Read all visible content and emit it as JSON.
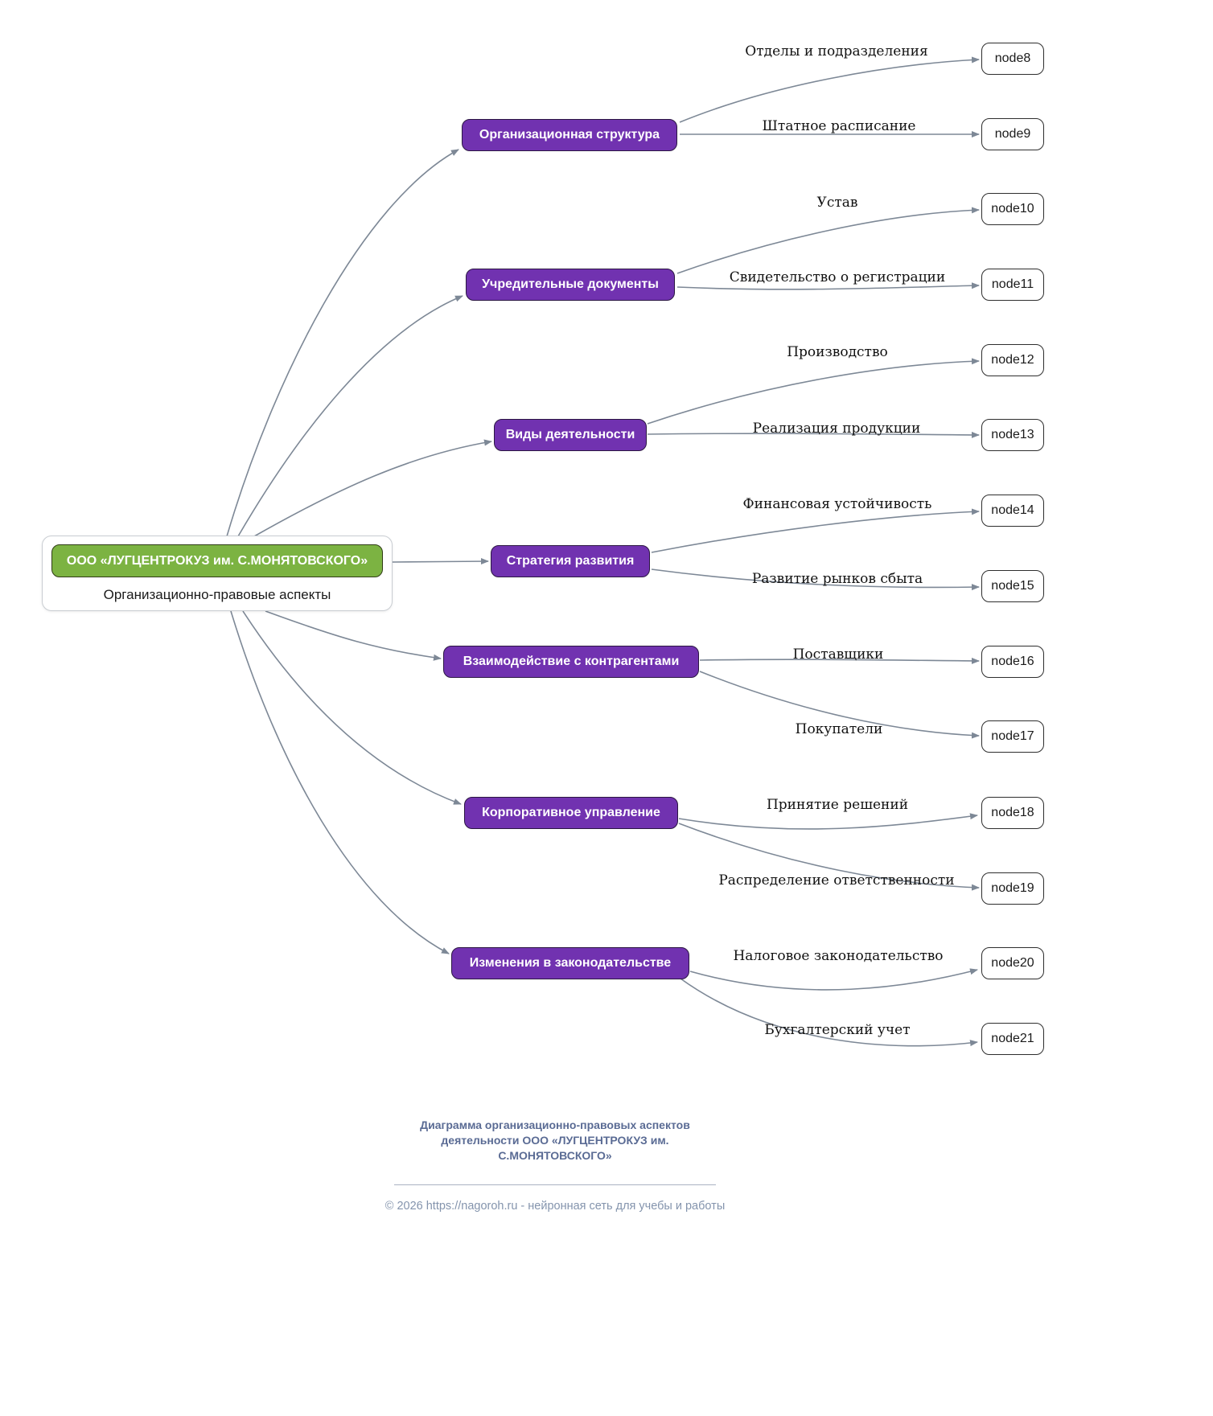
{
  "root": {
    "title": "ООО «ЛУГЦЕНТРОКУЗ им. С.МОНЯТОВСКОГО»",
    "subtitle": "Организационно-правовые аспекты"
  },
  "branches": [
    {
      "label": "Организационная структура",
      "children": [
        {
          "edge_label": "Отделы и подразделения",
          "node": "node8"
        },
        {
          "edge_label": "Штатное расписание",
          "node": "node9"
        }
      ]
    },
    {
      "label": "Учредительные документы",
      "children": [
        {
          "edge_label": "Устав",
          "node": "node10"
        },
        {
          "edge_label": "Свидетельство о регистрации",
          "node": "node11"
        }
      ]
    },
    {
      "label": "Виды деятельности",
      "children": [
        {
          "edge_label": "Производство",
          "node": "node12"
        },
        {
          "edge_label": "Реализация продукции",
          "node": "node13"
        }
      ]
    },
    {
      "label": "Стратегия развития",
      "children": [
        {
          "edge_label": "Финансовая устойчивость",
          "node": "node14"
        },
        {
          "edge_label": "Развитие рынков сбыта",
          "node": "node15"
        }
      ]
    },
    {
      "label": "Взаимодействие с контрагентами",
      "children": [
        {
          "edge_label": "Поставщики",
          "node": "node16"
        },
        {
          "edge_label": "Покупатели",
          "node": "node17"
        }
      ]
    },
    {
      "label": "Корпоративное управление",
      "children": [
        {
          "edge_label": "Принятие решений",
          "node": "node18"
        },
        {
          "edge_label": "Распределение ответственности",
          "node": "node19"
        }
      ]
    },
    {
      "label": "Изменения в законодательстве",
      "children": [
        {
          "edge_label": "Налоговое законодательство",
          "node": "node20"
        },
        {
          "edge_label": "Бухгалтерский учет",
          "node": "node21"
        }
      ]
    }
  ],
  "footer": {
    "caption": "Диаграмма организационно-правовых аспектов деятельности ООО «ЛУГЦЕНТРОКУЗ им. С.МОНЯТОВСКОГО»",
    "copyright": "© 2026 https://nagoroh.ru - нейронная сеть для учебы и работы"
  },
  "colors": {
    "root_fill": "#7cb342",
    "branch_fill": "#7132b0",
    "edge": "#7d8896",
    "leaf_fill": "#ffffff",
    "caption_text": "#5a6b94",
    "copyright_text": "#8494ad"
  }
}
